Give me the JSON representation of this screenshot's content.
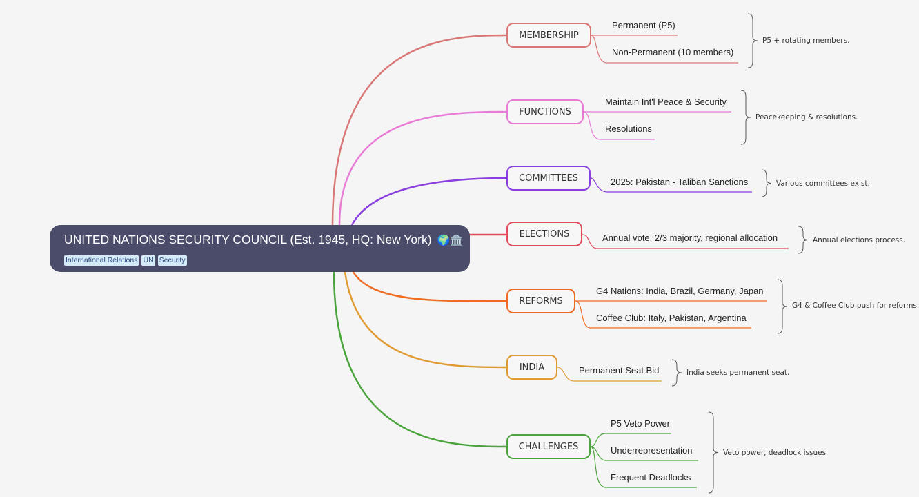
{
  "root": {
    "title": "UNITED NATIONS SECURITY COUNCIL (Est. 1945, HQ: New York)",
    "icons": "🌍🏛️",
    "tags": [
      "International Relations",
      "UN",
      "Security"
    ]
  },
  "branches": [
    {
      "label": "MEMBERSHIP",
      "color": "#d97777",
      "children": [
        "Permanent (P5)",
        "Non-Permanent (10 members)"
      ],
      "summary": "P5 + rotating members."
    },
    {
      "label": "FUNCTIONS",
      "color": "#e87bd6",
      "children": [
        "Maintain Int'l Peace & Security",
        "Resolutions"
      ],
      "summary": "Peacekeeping & resolutions."
    },
    {
      "label": "COMMITTEES",
      "color": "#8a3ee0",
      "children": [
        "2025: Pakistan - Taliban Sanctions"
      ],
      "summary": "Various committees exist."
    },
    {
      "label": "ELECTIONS",
      "color": "#e04a5c",
      "children": [
        "Annual vote, 2/3 majority, regional allocation"
      ],
      "summary": "Annual elections process."
    },
    {
      "label": "REFORMS",
      "color": "#ef6c22",
      "children": [
        "G4 Nations: India, Brazil, Germany, Japan",
        "Coffee Club: Italy, Pakistan, Argentina"
      ],
      "summary": "G4 & Coffee Club push for reforms."
    },
    {
      "label": "INDIA",
      "color": "#e09a32",
      "children": [
        "Permanent Seat Bid"
      ],
      "summary": "India seeks permanent seat."
    },
    {
      "label": "CHALLENGES",
      "color": "#4aa33b",
      "children": [
        "P5 Veto Power",
        "Underrepresentation",
        "Frequent Deadlocks"
      ],
      "summary": "Veto power, deadlock issues."
    }
  ]
}
